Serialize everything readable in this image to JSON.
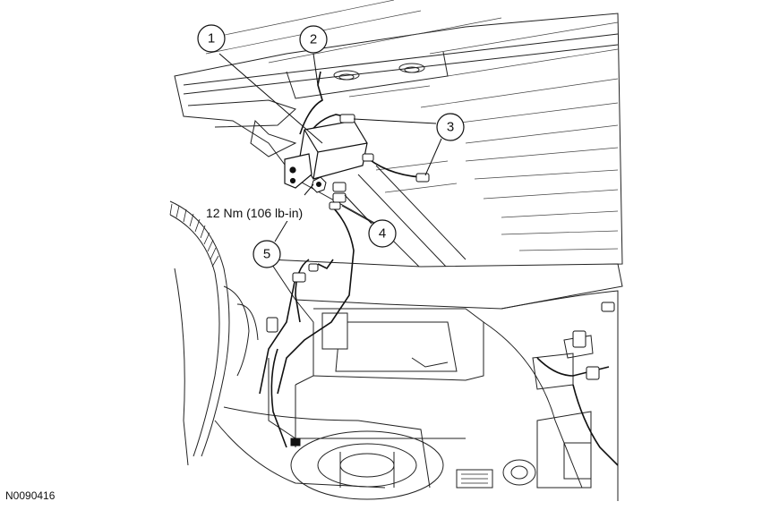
{
  "figure_id": "N0090416",
  "torque_label": "12 Nm (106 lb-in)",
  "callouts": [
    "1",
    "2",
    "3",
    "4",
    "5"
  ]
}
